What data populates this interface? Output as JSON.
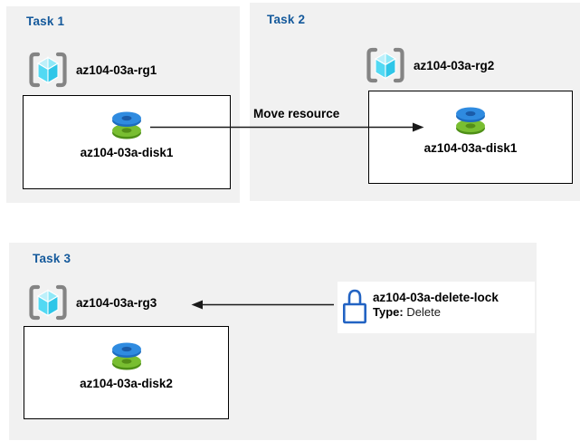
{
  "colors": {
    "panel_background": "#F1F1F1",
    "task_title_blue": "#14599B",
    "lock_blue": "#2263C3",
    "disk_blue": "#2F8BE0",
    "disk_green": "#79BE31",
    "cube_cyan": "#53D9F3",
    "bracket_gray": "#848484",
    "arrow_black": "#1A1A1A"
  },
  "icons": {
    "resource_group": "resource-group-brackets-cube-icon",
    "disk": "managed-disk-icon",
    "lock": "delete-lock-icon"
  },
  "tasks": [
    {
      "title": "Task 1",
      "resource_group": "az104-03a-rg1",
      "disk": "az104-03a-disk1"
    },
    {
      "title": "Task 2",
      "resource_group": "az104-03a-rg2",
      "disk": "az104-03a-disk1"
    },
    {
      "title": "Task 3",
      "resource_group": "az104-03a-rg3",
      "disk": "az104-03a-disk2"
    }
  ],
  "annotations": {
    "move_arrow_label": "Move resource",
    "lock": {
      "name": "az104-03a-delete-lock",
      "type_label": "Type:",
      "type_value": "Delete"
    }
  }
}
